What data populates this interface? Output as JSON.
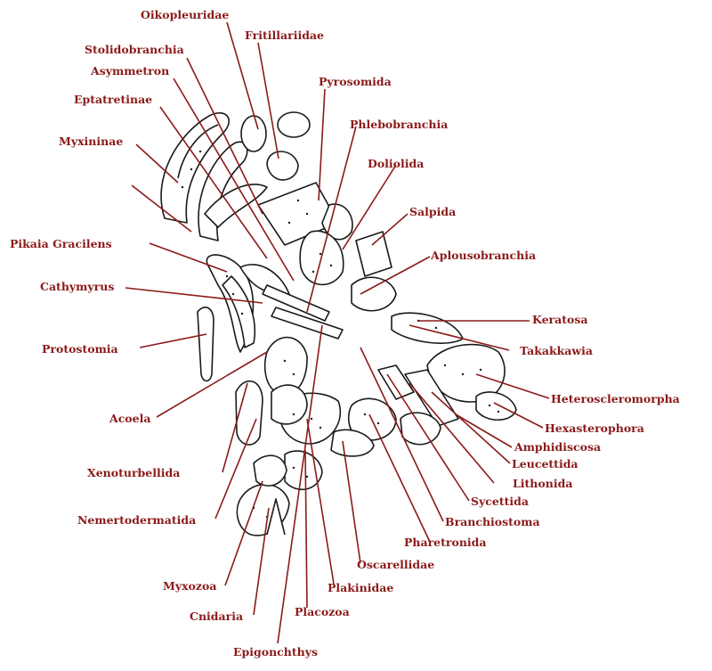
{
  "diagram": {
    "label_color": "#8b1a1a",
    "labels": [
      "Oikopleuridae",
      "Fritillariidae",
      "Stolidobranchia",
      "Asymmetron",
      "Pyrosomida",
      "Eptatretinae",
      "Phlebobranchia",
      "Myxininae",
      "Doliolida",
      "Salpida",
      "Pikaia Gracilens",
      "Aplousobranchia",
      "Cathymyrus",
      "Keratosa",
      "Protostomia",
      "Takakkawia",
      "Heteroscleromorpha",
      "Acoela",
      "Hexasterophora",
      "Amphidiscosa",
      "Leucettida",
      "Xenoturbellida",
      "Lithonida",
      "Sycettida",
      "Nemertodermatida",
      "Branchiostoma",
      "Pharetronida",
      "Oscarellidae",
      "Myxozoa",
      "Plakinidae",
      "Cnidaria",
      "Placozoa",
      "Epigonchthys"
    ]
  }
}
